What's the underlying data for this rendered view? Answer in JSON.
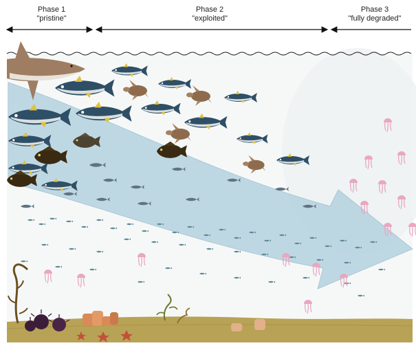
{
  "phases": [
    {
      "title": "Phase 1",
      "subtitle": "\"pristine\""
    },
    {
      "title": "Phase 2",
      "subtitle": "\"exploited\""
    },
    {
      "title": "Phase 3",
      "subtitle": "\"fully degraded\""
    }
  ],
  "colors": {
    "water": "#f6f8f8",
    "arrow": "#a9ccdc",
    "seabed": "#b8a255",
    "jellyfish": "#e9a7c1",
    "tuna_back": "#2f4f66",
    "tuna_belly": "#d9e0e2",
    "tuna_fin": "#e2c03a",
    "grouper": "#3a2a12",
    "turtle": "#8e6b4c",
    "shark": "#9e7d63",
    "kelp": "#6b4e1f",
    "urchin": "#3b1d3a",
    "coral": "#d98a57"
  },
  "icons": [
    "shark-icon",
    "tuna-icon",
    "grouper-icon",
    "sea-turtle-icon",
    "small-fish-icon",
    "jellyfish-icon",
    "kelp-icon",
    "sea-urchin-icon",
    "coral-icon",
    "sea-star-icon"
  ]
}
